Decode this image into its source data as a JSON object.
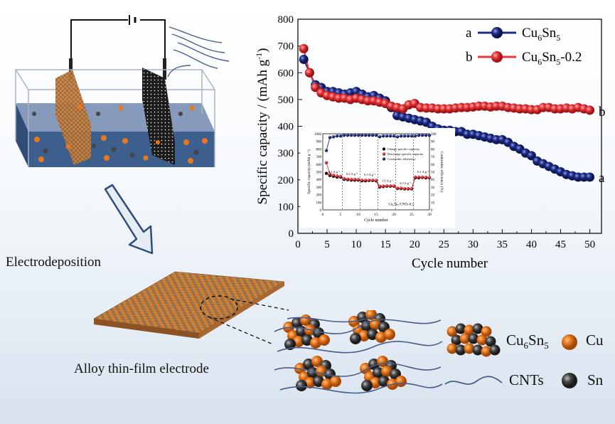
{
  "labels": {
    "electrodeposition": "Electrodeposition",
    "alloy_film": "Alloy thin-film electrode"
  },
  "legend_components": {
    "cu6sn5_base": "Cu",
    "cu6sn5_sub1": "6",
    "cu6sn5_mid": "Sn",
    "cu6sn5_sub2": "5",
    "cu": "Cu",
    "cnts": "CNTs",
    "sn": "Sn"
  },
  "colors": {
    "cu": "#e8781f",
    "sn": "#454545",
    "series_a": "#1f2d8a",
    "series_b": "#e8383c",
    "cnt": "#4a5d8a"
  },
  "chart_data": [
    {
      "type": "line",
      "xlabel": "Cycle number",
      "ylabel": "Specific capacity / (mAh g",
      "ylabel_sup": "-1",
      "ylabel_close": ")",
      "xlim": [
        0,
        52
      ],
      "ylim": [
        0,
        800
      ],
      "xticks": [
        0,
        5,
        10,
        15,
        20,
        25,
        30,
        35,
        40,
        45,
        50
      ],
      "yticks": [
        0,
        100,
        200,
        300,
        400,
        500,
        600,
        700,
        800
      ],
      "legend": [
        {
          "letter": "a",
          "name_parts": [
            "Cu",
            "6",
            "Sn",
            "5",
            ""
          ]
        },
        {
          "letter": "b",
          "name_parts": [
            "Cu",
            "6",
            "Sn",
            "5",
            "-0.2"
          ]
        }
      ],
      "end_labels": [
        "a",
        "b"
      ],
      "series": [
        {
          "x": [
            1,
            2,
            3,
            4,
            5,
            6,
            7,
            8,
            9,
            10,
            11,
            12,
            13,
            14,
            15,
            16,
            17,
            18,
            19,
            20,
            21,
            22,
            23,
            24,
            25,
            26,
            27,
            28,
            29,
            30,
            31,
            32,
            33,
            34,
            35,
            36,
            37,
            38,
            39,
            40,
            41,
            42,
            43,
            44,
            45,
            46,
            47,
            48,
            49,
            50
          ],
          "values": [
            650,
            600,
            555,
            545,
            530,
            530,
            525,
            520,
            525,
            530,
            520,
            510,
            515,
            505,
            495,
            470,
            440,
            435,
            430,
            425,
            420,
            415,
            400,
            390,
            385,
            385,
            380,
            380,
            370,
            370,
            365,
            360,
            355,
            350,
            350,
            340,
            325,
            315,
            300,
            290,
            270,
            260,
            250,
            240,
            230,
            220,
            215,
            210,
            210,
            210
          ]
        },
        {
          "x": [
            1,
            2,
            3,
            4,
            5,
            6,
            7,
            8,
            9,
            10,
            11,
            12,
            13,
            14,
            15,
            16,
            17,
            18,
            19,
            20,
            21,
            22,
            23,
            24,
            25,
            26,
            27,
            28,
            29,
            30,
            31,
            32,
            33,
            34,
            35,
            36,
            37,
            38,
            39,
            40,
            41,
            42,
            43,
            44,
            45,
            46,
            47,
            48,
            49,
            50
          ],
          "values": [
            690,
            600,
            545,
            525,
            515,
            510,
            505,
            505,
            500,
            505,
            500,
            495,
            495,
            490,
            485,
            475,
            470,
            465,
            480,
            485,
            470,
            468,
            468,
            465,
            465,
            465,
            468,
            470,
            470,
            472,
            475,
            475,
            472,
            475,
            475,
            470,
            468,
            465,
            465,
            462,
            462,
            470,
            470,
            465,
            465,
            468,
            465,
            470,
            465,
            460
          ]
        }
      ]
    },
    {
      "type": "line",
      "xlabel": "Cycle number",
      "ylabel_left": "Specific capacity (mAh g⁻¹)",
      "ylabel_right": "Coulombic efficiency (%)",
      "xlim": [
        0,
        30
      ],
      "ylim_left": [
        0,
        1000
      ],
      "ylim_right": [
        0,
        100
      ],
      "xticks": [
        0,
        5,
        10,
        15,
        20,
        25,
        30
      ],
      "yticks_left": [
        0,
        100,
        200,
        300,
        400,
        500,
        600,
        700,
        800,
        900,
        1000
      ],
      "yticks_right": [
        0,
        10,
        20,
        30,
        40,
        50,
        60,
        70,
        80,
        90,
        100
      ],
      "legend": [
        "Charge specific capacity",
        "Discharge specific capacity",
        "Coulombic efficiency"
      ],
      "rate_labels": [
        "0.1 A g⁻¹",
        "0.2 A g⁻¹",
        "0.5 A g⁻¹",
        "1.0 A g⁻¹",
        "2.0 A g⁻¹",
        "0.1 A g⁻¹"
      ],
      "annotation": "Cu₆Sn₅/CNTs-0.2",
      "series": [
        {
          "name": "Charge specific capacity",
          "x": [
            1,
            2,
            3,
            4,
            5,
            6,
            7,
            8,
            9,
            10,
            11,
            12,
            13,
            14,
            15,
            16,
            17,
            18,
            19,
            20,
            21,
            22,
            23,
            24,
            25,
            26,
            27,
            28,
            29,
            30
          ],
          "values": [
            480,
            450,
            440,
            430,
            430,
            400,
            395,
            390,
            390,
            390,
            380,
            380,
            385,
            385,
            380,
            300,
            305,
            310,
            310,
            310,
            280,
            280,
            275,
            275,
            275,
            420,
            420,
            425,
            420,
            420
          ]
        },
        {
          "name": "Discharge specific capacity",
          "x": [
            1,
            2,
            3,
            4,
            5,
            6,
            7,
            8,
            9,
            10,
            11,
            12,
            13,
            14,
            15,
            16,
            17,
            18,
            19,
            20,
            21,
            22,
            23,
            24,
            25,
            26,
            27,
            28,
            29,
            30
          ],
          "values": [
            620,
            470,
            455,
            445,
            440,
            410,
            405,
            400,
            400,
            398,
            390,
            390,
            390,
            390,
            388,
            310,
            312,
            315,
            315,
            315,
            285,
            285,
            280,
            280,
            280,
            430,
            430,
            430,
            428,
            425
          ]
        },
        {
          "name": "Coulombic efficiency",
          "x": [
            1,
            2,
            3,
            4,
            5,
            6,
            7,
            8,
            9,
            10,
            11,
            12,
            13,
            14,
            15,
            16,
            17,
            18,
            19,
            20,
            21,
            22,
            23,
            24,
            25,
            26,
            27,
            28,
            29,
            30
          ],
          "values": [
            78,
            95,
            96,
            97,
            97,
            98,
            98,
            98,
            98,
            98,
            98,
            98,
            98,
            98,
            98,
            96,
            97,
            97,
            97,
            97,
            96,
            97,
            97,
            97,
            97,
            97,
            98,
            98,
            98,
            98
          ]
        }
      ]
    }
  ]
}
